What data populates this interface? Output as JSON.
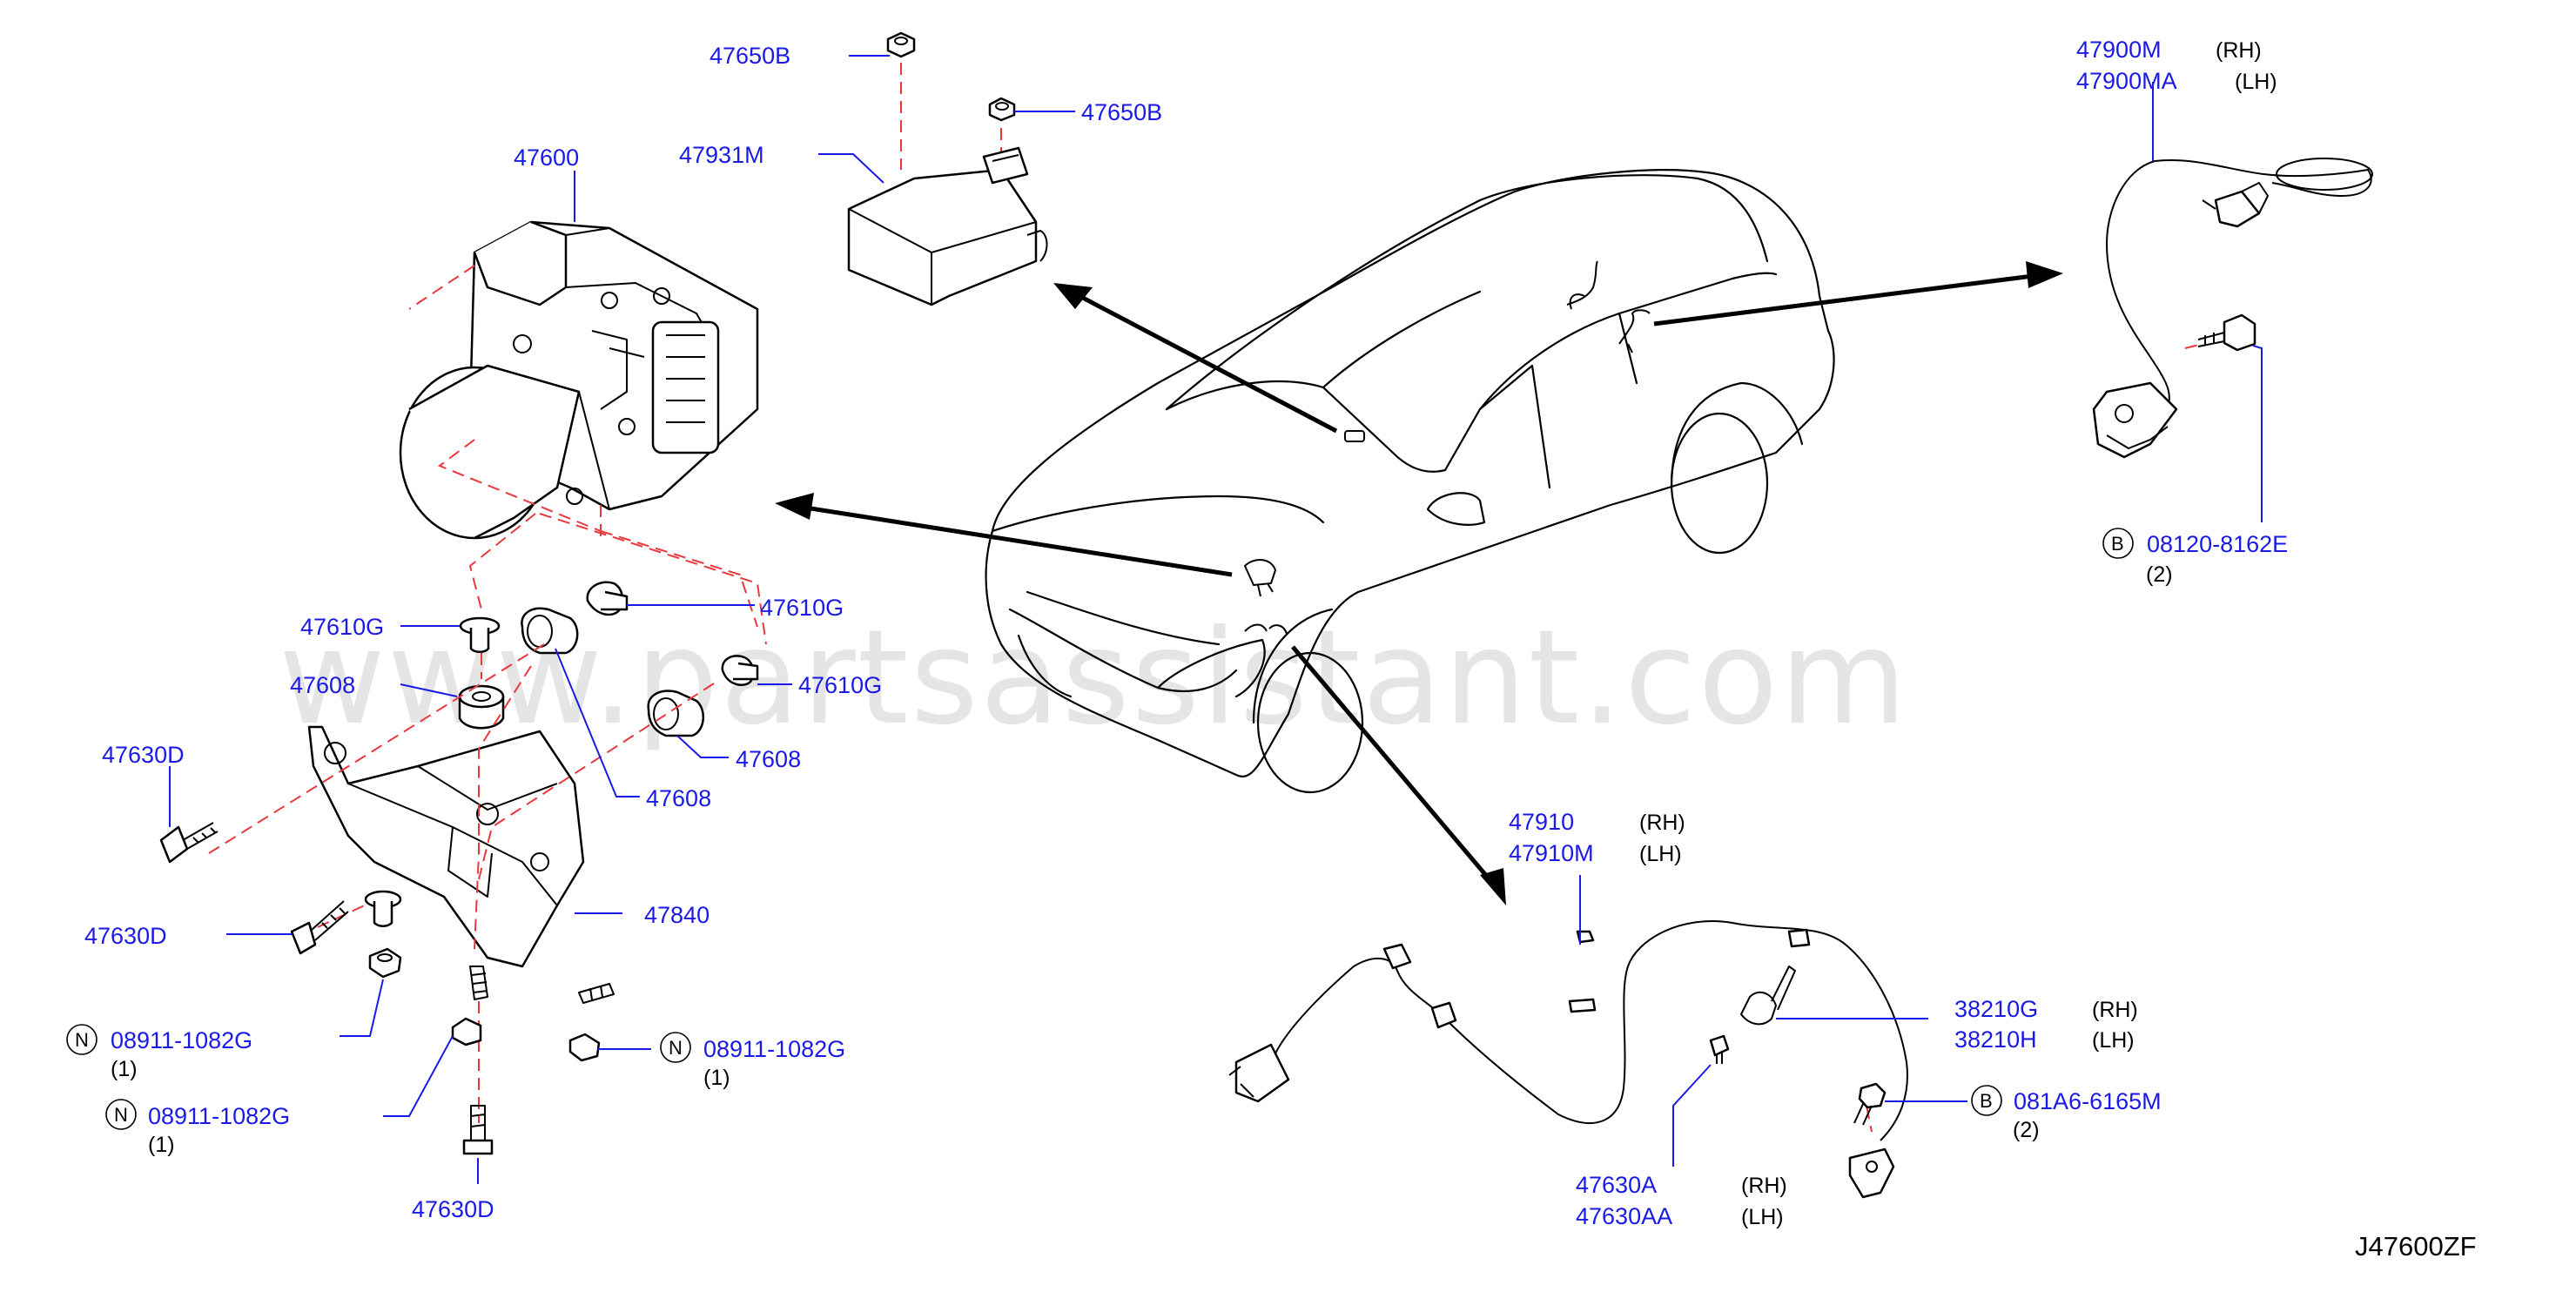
{
  "watermark": "www.partsassistant.com",
  "diagram_code": "J47600ZF",
  "labels": {
    "p47650B_top": "47650B",
    "p47650B_right": "47650B",
    "p47931M": "47931M",
    "p47600": "47600",
    "p47610G_left": "47610G",
    "p47610G_mid": "47610G",
    "p47610G_right": "47610G",
    "p47608_left": "47608",
    "p47608_right": "47608",
    "p47608_bottom": "47608",
    "p47630D_a": "47630D",
    "p47630D_b": "47630D",
    "p47630D_c": "47630D",
    "p47840": "47840",
    "nut1": "08911-1082G",
    "nut1_qty": "(1)",
    "nut2": "08911-1082G",
    "nut2_qty": "(1)",
    "nut3": "08911-1082G",
    "nut3_qty": "(1)",
    "circle_N": "N",
    "circle_B": "B",
    "p47900M": "47900M",
    "p47900M_side": "(RH)",
    "p47900MA": "47900MA",
    "p47900MA_side": "(LH)",
    "bolt_rear": "08120-8162E",
    "bolt_rear_qty": "(2)",
    "p47910": "47910",
    "p47910_side": "(RH)",
    "p47910M": "47910M",
    "p47910M_side": "(LH)",
    "p38210G": "38210G",
    "p38210G_side": "(RH)",
    "p38210H": "38210H",
    "p38210H_side": "(LH)",
    "bolt_front": "081A6-6165M",
    "bolt_front_qty": "(2)",
    "p47630A": "47630A",
    "p47630A_side": "(RH)",
    "p47630AA": "47630AA",
    "p47630AA_side": "(LH)"
  },
  "colors": {
    "label": "#1a1ae6",
    "leader": "#1a1ae6",
    "center_line": "#e8383d",
    "line_art": "#000000"
  }
}
